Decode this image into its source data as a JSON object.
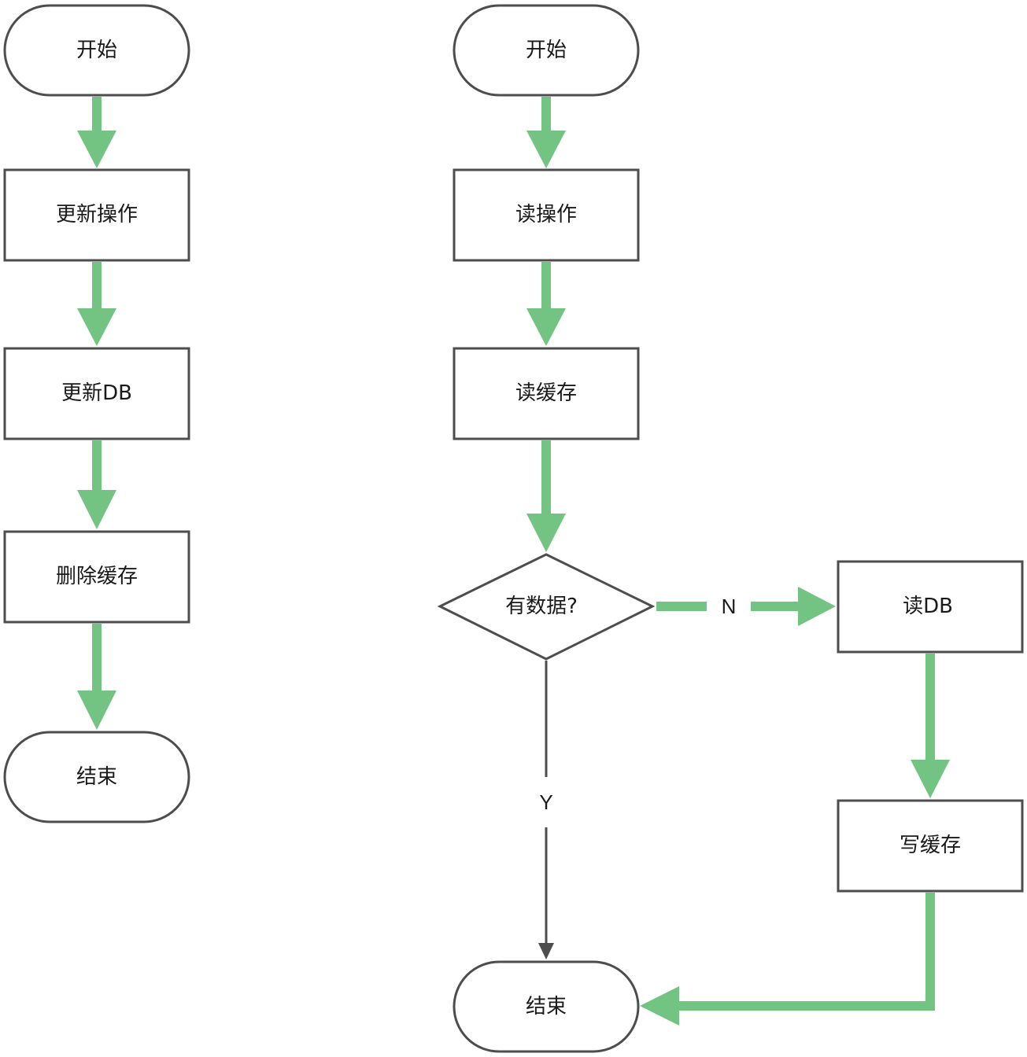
{
  "colors": {
    "node_stroke": "#4d4d4d",
    "node_fill": "#ffffff",
    "green_arrow": "#73c383",
    "gray_arrow": "#4d4d4d"
  },
  "update_flow": {
    "start": "开始",
    "update_op": "更新操作",
    "update_db": "更新DB",
    "delete_cache": "删除缓存",
    "end": "结束"
  },
  "read_flow": {
    "start": "开始",
    "read_op": "读操作",
    "read_cache": "读缓存",
    "has_data": "有数据?",
    "read_db": "读DB",
    "write_cache": "写缓存",
    "end": "结束",
    "label_no": "N",
    "label_yes": "Y"
  }
}
